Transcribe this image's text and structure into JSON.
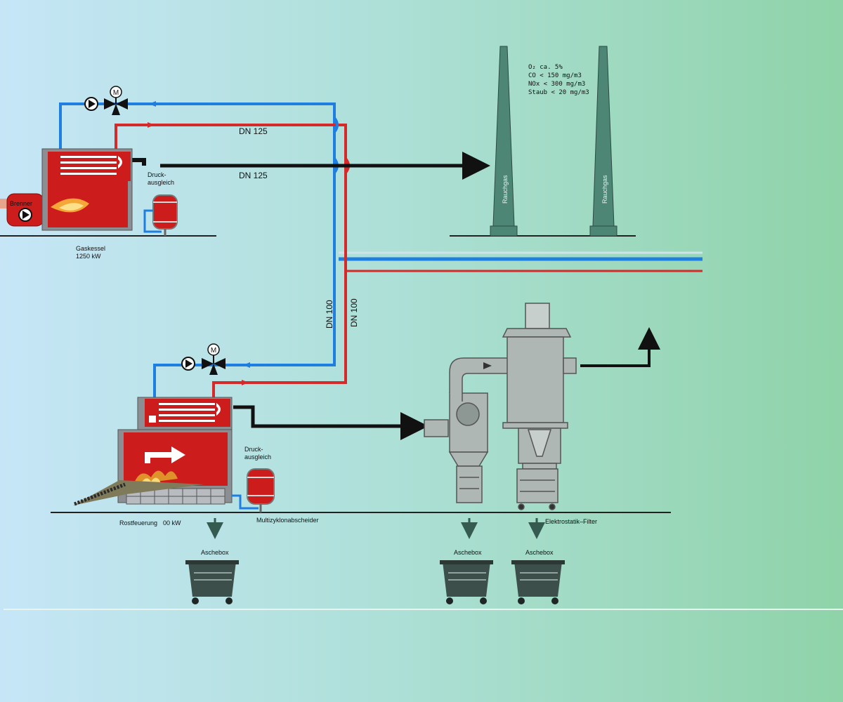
{
  "labels": {
    "burner": "Brenner",
    "gas_boiler_name": "Gaskessel",
    "gas_boiler_power": "1250  kW",
    "pressure_top_1": "Druck-",
    "pressure_top_2": "ausgleich",
    "pressure_bottom_1": "Druck-",
    "pressure_bottom_2": "ausgleich",
    "pipe_dn125_red": "DN 125",
    "pipe_dn125_flue": "DN 125",
    "pipe_dn100_blue": "DN 100",
    "pipe_dn100_red": "DN 100",
    "motor_top": "M",
    "motor_bottom": "M",
    "grate_firing": "Rostfeuerung",
    "grate_power": "00  kW",
    "multicyclone": "Multizyklonabscheider",
    "electrostatic_filter": "Elektrostatik–Filter",
    "ash_box_1": "Aschebox",
    "ash_box_2": "Aschebox",
    "ash_box_3": "Aschebox",
    "stack_left": "Rauchgas",
    "stack_right": "Rauchgas"
  },
  "emissions": [
    "O₂  ca.  5%",
    "CO  <    150  mg/m3",
    "NOx  <  300  mg/m3",
    "Staub  <  20  mg/m3"
  ],
  "colors": {
    "supply_red": "#d42a2a",
    "return_blue": "#1f7fe0",
    "flue_black": "#111111",
    "boiler_red": "#cc1c1c",
    "boiler_grey": "#8b8f94",
    "equipment_grey": "#aeb7b4",
    "stack_green": "#4e8676",
    "ash_box": "#3d4f4a"
  }
}
